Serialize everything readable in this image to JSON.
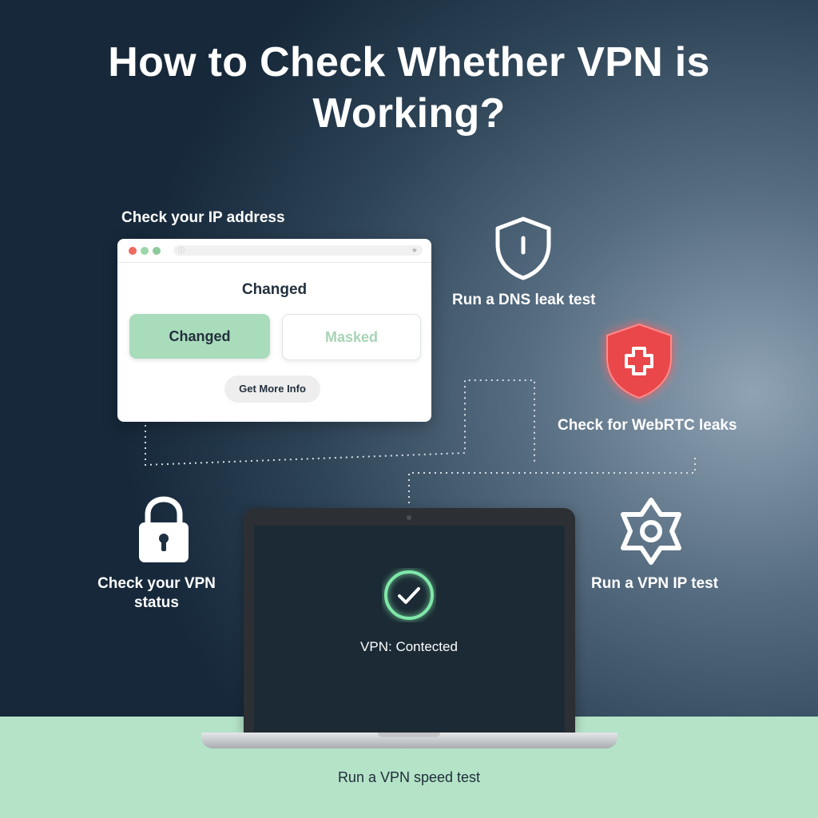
{
  "title": "How to Check Whether VPN is Working?",
  "labels": {
    "ip_address": "Check your IP address",
    "dns_leak": "Run a DNS leak test",
    "webrtc": "Check for WebRTC leaks",
    "vpn_status": "Check your VPN status",
    "vpn_ip_test": "Run a VPN IP test",
    "speed_test": "Run a VPN speed test"
  },
  "browser": {
    "heading": "Changed",
    "button_changed": "Changed",
    "button_masked": "Masked",
    "button_more": "Get More Info"
  },
  "laptop": {
    "status": "VPN: Contected"
  },
  "icons": {
    "shield": "shield-icon",
    "shield_alert": "shield-plus-icon",
    "lock": "lock-icon",
    "gear": "gear-icon",
    "check": "check-circle-icon"
  },
  "colors": {
    "accent_green": "#a8dcbb",
    "bottom_band": "#b5e3c8",
    "alert_red": "#e9474a",
    "check_glow": "#7fe8a8"
  }
}
